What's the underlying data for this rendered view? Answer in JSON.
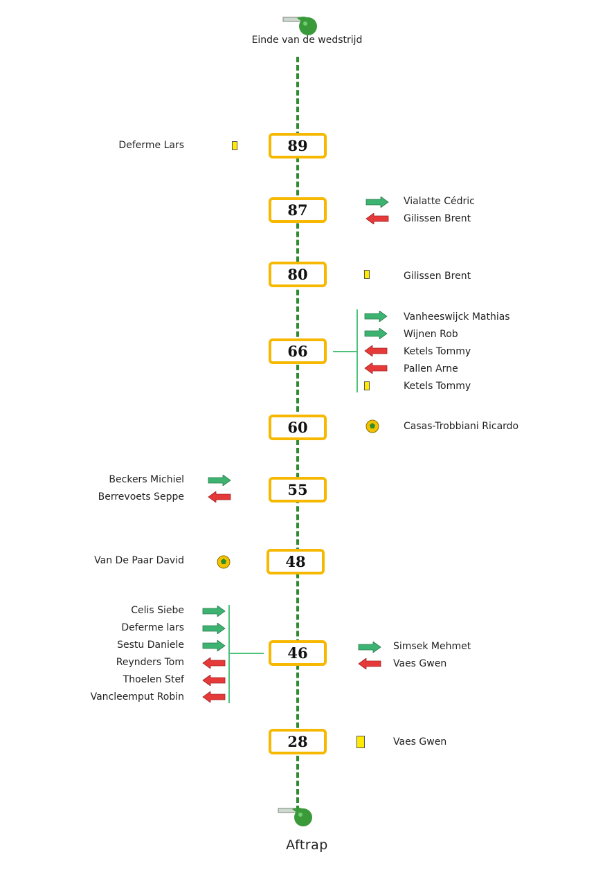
{
  "header": {
    "end_label": "Einde van de wedstrijd",
    "start_label": "Aftrap"
  },
  "colors": {
    "timeline": "#2e8b2e",
    "box_border": "#f6b800",
    "in_arrow": "#3cb371",
    "out_arrow": "#e63a3a",
    "yellow_card": "#ffea00",
    "bracket": "#4dc27a"
  },
  "icons": {
    "whistle": "whistle-icon",
    "in": "substitution-in-arrow-icon",
    "out": "substitution-out-arrow-icon",
    "card": "yellow-card-icon",
    "goal": "soccer-ball-icon"
  },
  "events": [
    {
      "minute": "89",
      "left": [
        {
          "type": "yellow-card",
          "player": "Deferme Lars"
        }
      ],
      "right": []
    },
    {
      "minute": "87",
      "left": [],
      "right": [
        {
          "type": "sub-in",
          "player": "Vialatte Cédric"
        },
        {
          "type": "sub-out",
          "player": "Gilissen Brent"
        }
      ]
    },
    {
      "minute": "80",
      "left": [],
      "right": [
        {
          "type": "yellow-card",
          "player": "Gilissen Brent"
        }
      ]
    },
    {
      "minute": "66",
      "left": [],
      "right": [
        {
          "type": "sub-in",
          "player": "Vanheeswijck Mathias"
        },
        {
          "type": "sub-in",
          "player": "Wijnen Rob"
        },
        {
          "type": "sub-out",
          "player": "Ketels Tommy"
        },
        {
          "type": "sub-out",
          "player": "Pallen Arne"
        },
        {
          "type": "yellow-card",
          "player": "Ketels Tommy"
        }
      ]
    },
    {
      "minute": "60",
      "left": [],
      "right": [
        {
          "type": "goal",
          "player": "Casas-Trobbiani Ricardo"
        }
      ]
    },
    {
      "minute": "55",
      "left": [
        {
          "type": "sub-in",
          "player": "Beckers Michiel"
        },
        {
          "type": "sub-out",
          "player": "Berrevoets Seppe"
        }
      ],
      "right": []
    },
    {
      "minute": "48",
      "left": [
        {
          "type": "goal",
          "player": "Van De Paar David"
        }
      ],
      "right": []
    },
    {
      "minute": "46",
      "left": [
        {
          "type": "sub-in",
          "player": "Celis Siebe"
        },
        {
          "type": "sub-in",
          "player": "Deferme lars"
        },
        {
          "type": "sub-in",
          "player": "Sestu Daniele"
        },
        {
          "type": "sub-out",
          "player": "Reynders Tom"
        },
        {
          "type": "sub-out",
          "player": "Thoelen Stef"
        },
        {
          "type": "sub-out",
          "player": "Vancleemput Robin"
        }
      ],
      "right": [
        {
          "type": "sub-in",
          "player": "Simsek Mehmet"
        },
        {
          "type": "sub-out",
          "player": "Vaes Gwen"
        }
      ]
    },
    {
      "minute": "28",
      "left": [],
      "right": [
        {
          "type": "yellow-card",
          "player": "Vaes Gwen"
        }
      ]
    }
  ]
}
